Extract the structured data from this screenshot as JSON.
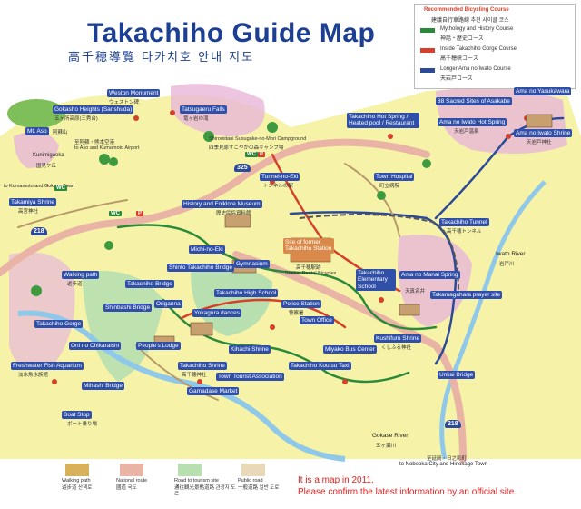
{
  "title": "Takachiho Guide Map",
  "subtitle": "高千穂導覧  다카치호 안내 지도",
  "legend": {
    "header": "Recommended Bicycling Course",
    "header_local": "建議自行車路線   추천 사이클 코스",
    "items": [
      {
        "label": "Mythology and History Course",
        "local": "神話・歴史コース",
        "color": "#2a8a3a"
      },
      {
        "label": "Inside Takachiho Gorge Course",
        "local": "高千穂峡コース",
        "color": "#d6402a"
      },
      {
        "label": "Longer Ama no Iwato Course",
        "local": "天岩戸コース",
        "color": "#2b4a9a"
      }
    ]
  },
  "places": {
    "weston": "Weston Monument",
    "weston_jp": "ウェストン碑",
    "gokasho": "Gokasho Heights (Sanshuda)",
    "gokasho_jp": "五ヶ所高原(三秀台)",
    "tatsugaeru": "Tatsugaeru Falls",
    "tatsugaeru_jp": "竜ヶ岩の滝",
    "mtaso": "Mt. Aso",
    "mtaso_jp": "阿蘇山",
    "to_aso": "to Aso and Kumamoto Airport",
    "to_aso_jp": "至阿蘇・熊本空港",
    "shiroyama": "Shiromitani Susugake-no-Mori Campground",
    "shiroyama_jp": "四季見原すこやかの森キャンプ場",
    "kunimigaoka": "Kunimigaoka",
    "kunimigaoka_jp": "国見ケ丘",
    "to_kumamoto": "to Kumamoto and Gokase Town",
    "takamiya": "Takamiya Shrine",
    "takamiya_jp": "高宮神社",
    "tunnel": "Tunnel-no-Eki",
    "tunnel_jp": "トンネルの駅",
    "folklore": "History and Folklore Museum",
    "folklore_jp": "歴史民俗資料館",
    "michi": "Michi-no-Eki",
    "hotspring": "Takachiho Hot Spring / Heated pool / Restaurant",
    "townhosp": "Town Hospital",
    "townhosp_jp": "町立病院",
    "sacred88": "88 Sacred Sites of Asakabe",
    "yasukawara": "Ama no Yasukawara",
    "iwato_hs": "Ama no Iwato Hot Spring",
    "iwato_hs_jp": "天岩戸温泉",
    "iwato_shrine": "Ama no Iwato Shrine",
    "iwato_shrine_jp": "天岩戸神社",
    "tak_tunnel": "Takachiho Tunnel",
    "tak_tunnel_jp": "高千穂トンネル",
    "station": "Site of former Takachiho Station",
    "station_jp": "高千穂駅跡",
    "gymnasium": "Gymnasium",
    "walking": "Walking path",
    "walking_jp": "遊歩道",
    "shinto_bridge": "Shinto Takachiho Bridge",
    "tak_bridge": "Takachiho Bridge",
    "origanna": "Origanna",
    "shinbashi": "Shinbashi Bridge",
    "tak_gorge": "Takachiho Gorge",
    "oni": "Oni no Chikaraishi",
    "freshwater": "Freshwater Fish Aquarium",
    "freshwater_jp": "淡水魚水族館",
    "mihashi": "Mihashi Bridge",
    "boat": "Boat Stop",
    "boat_jp": "ボート乗り場",
    "yokagura": "Yokagura dances",
    "highschool": "Takachiho High School",
    "peoples": "People's Lodge",
    "kihachigawa": "Kihachi Shrine",
    "tak_shrine": "Takachiho Shrine",
    "tak_shrine_jp": "高千穂神社",
    "tourist": "Town Tourist Association",
    "gamadase": "Gamadase Market",
    "police": "Police Station",
    "police_jp": "警察署",
    "townoffice": "Town Office",
    "elem": "Takachiho Elementary School",
    "koutsu": "Takachiho Koutsu Taxi",
    "miyako": "Miyako Bus Center",
    "ama_manai": "Ama no Manai Spring",
    "ama_manai_jp": "天真名井",
    "takamagahara": "Takamagahara prayer site",
    "kushifuru": "Kushifuru Shrine",
    "kushifuru_jp": "くしふる神社",
    "iwato_river": "Iwato River",
    "iwato_river_jp": "岩戸川",
    "unkai": "Unkai Bridge",
    "gokase_river": "Gokase River",
    "gokase_river_jp": "五ヶ瀬川",
    "to_nobeoka": "to Nobeoka City and Hinokage Town",
    "to_nobeoka_jp": "至延岡・日之影町",
    "bicycles": "Station Rental Bicycles"
  },
  "routes": {
    "r325": "325",
    "r218a": "218",
    "r218b": "218"
  },
  "map_key": [
    {
      "label": "Walking path",
      "local": "遊步道 산책로",
      "color": "#d8b25a"
    },
    {
      "label": "National route",
      "local": "國道 국도",
      "color": "#e9b3a6"
    },
    {
      "label": "Road to tourism site",
      "local": "通往観光景點道路 관광지 도로",
      "color": "#b8dfb0"
    },
    {
      "label": "Public road",
      "local": "一般道路 일반 도로",
      "color": "#ead9b8"
    }
  ],
  "notice": [
    "It is a map in 2011.",
    "Please confirm the latest information by an official site."
  ],
  "badges": {
    "wc": "WC",
    "p": "P"
  }
}
